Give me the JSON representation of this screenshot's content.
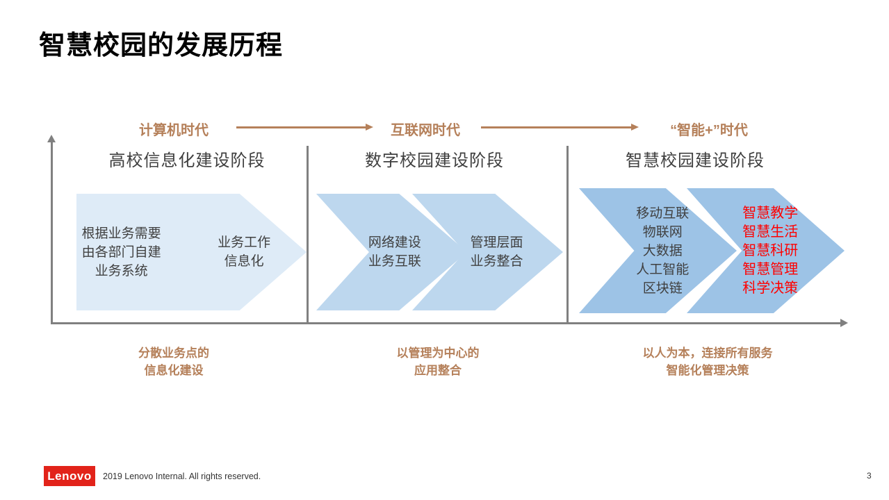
{
  "title": "智慧校园的发展历程",
  "page_number": "3",
  "footer": {
    "logo": "Lenovo",
    "copyright": "2019 Lenovo Internal. All rights reserved."
  },
  "colors": {
    "era_brown": "#B5805A",
    "axis_gray": "#808080",
    "chevron_light": "#DEEBF7",
    "chevron_medium": "#BDD7EE",
    "chevron_dark": "#9DC3E6",
    "highlight_red": "#FF0000",
    "lenovo_red": "#E2231A"
  },
  "eras": [
    {
      "label": "计算机时代"
    },
    {
      "label": "互联网时代"
    },
    {
      "label": "“智能+”时代"
    }
  ],
  "sections": [
    {
      "stage": "高校信息化建设阶段",
      "chevron1_lines": [
        "根据业务需要",
        "由各部门自建",
        "业务系统"
      ],
      "chevron2_lines": [
        "业务工作",
        "信息化"
      ],
      "caption_lines": [
        "分散业务点的",
        "信息化建设"
      ]
    },
    {
      "stage": "数字校园建设阶段",
      "chevron1_lines": [
        "网络建设",
        "业务互联"
      ],
      "chevron2_lines": [
        "管理层面",
        "业务整合"
      ],
      "caption_lines": [
        "以管理为中心的",
        "应用整合"
      ]
    },
    {
      "stage": "智慧校园建设阶段",
      "chevron1_lines": [
        "移动互联",
        "物联网",
        "大数据",
        "人工智能",
        "区块链"
      ],
      "chevron2_lines": [
        "智慧教学",
        "智慧生活",
        "智慧科研",
        "智慧管理",
        "科学决策"
      ],
      "caption_lines": [
        "以人为本，连接所有服务",
        "智能化管理决策"
      ]
    }
  ]
}
